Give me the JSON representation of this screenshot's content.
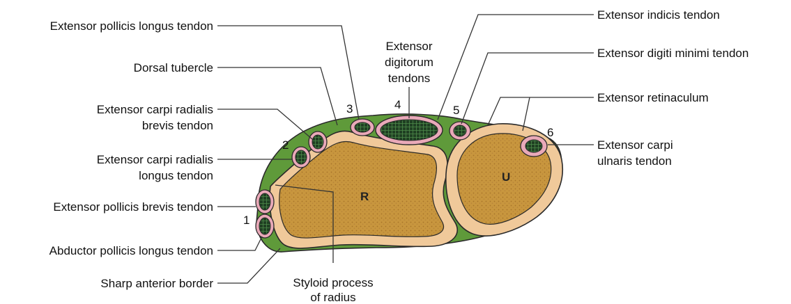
{
  "labels": {
    "epl": "Extensor pollicis longus tendon",
    "dorsal_tubercle": "Dorsal tubercle",
    "ecrb_1": "Extensor carpi radialis",
    "ecrb_2": "brevis tendon",
    "ecrl_1": "Extensor carpi radialis",
    "ecrl_2": "longus tendon",
    "epb": "Extensor pollicis brevis tendon",
    "apl": "Abductor pollicis longus tendon",
    "sharp_border": "Sharp anterior border",
    "styloid_1": "Styloid process",
    "styloid_2": "of radius",
    "ed_1": "Extensor",
    "ed_2": "digitorum",
    "ed_3": "tendons",
    "ei": "Extensor indicis tendon",
    "edm": "Extensor digiti minimi tendon",
    "retinaculum": "Extensor retinaculum",
    "ecu_1": "Extensor carpi",
    "ecu_2": "ulnaris tendon"
  },
  "compartments": [
    "1",
    "2",
    "3",
    "4",
    "5",
    "6"
  ],
  "bones": {
    "radius": "R",
    "ulna": "U"
  },
  "colors": {
    "bone": "#c8963e",
    "bone_rim": "#f0c99a",
    "retinaculum": "#5f9a3a",
    "sheath": "#e9a9b8",
    "tendon": "#2f5f2f",
    "outline": "#2a2a2a"
  }
}
